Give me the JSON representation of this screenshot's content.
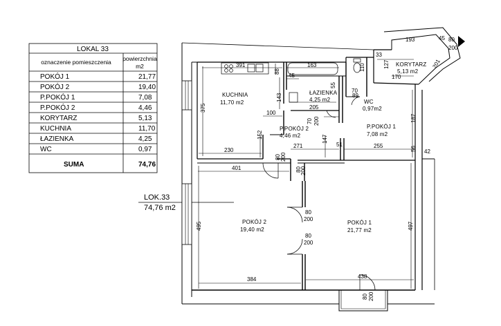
{
  "table": {
    "title": "LOKAL 33",
    "header_name": "oznaczenie pomieszczenia",
    "header_area_line1": "powierzchnia",
    "header_area_line2": "m2",
    "rows": [
      {
        "name": "POKÓJ 1",
        "area": "21,77"
      },
      {
        "name": "POKÓJ 2",
        "area": "19,40"
      },
      {
        "name": "P.POKÓJ 1",
        "area": "7,08"
      },
      {
        "name": "P.POKÓJ 2",
        "area": "4,46"
      },
      {
        "name": "KORYTARZ",
        "area": "5,13"
      },
      {
        "name": "KUCHNIA",
        "area": "11,70"
      },
      {
        "name": "ŁAZIENKA",
        "area": "4,25"
      },
      {
        "name": "WC",
        "area": "0,97"
      }
    ],
    "sum_label": "SUMA",
    "sum_value": "74,76"
  },
  "unit_tag": {
    "name": "LOK.33",
    "area": "74,76  m2"
  },
  "rooms": {
    "kuchnia": {
      "name": "KUCHNIA",
      "area": "11,70  m2"
    },
    "lazienka": {
      "name": "ŁAZIENKA",
      "area": "4,25  m2"
    },
    "wc": {
      "name": "WC",
      "area": "0,97m2"
    },
    "korytarz": {
      "name": "KORYTARZ",
      "area": "5,13  m2"
    },
    "ppokoj2": {
      "name": "P.POKÓJ  2",
      "area": "4,46  m2"
    },
    "ppokoj1": {
      "name": "P.POKÓJ  1",
      "area": "7,08  m2"
    },
    "pokoj2": {
      "name": "POKÓJ  2",
      "area": "19,40  m2"
    },
    "pokoj1": {
      "name": "POKÓJ  1",
      "area": "21,77  m2"
    }
  },
  "dims": {
    "d391": "391",
    "d163": "163",
    "d88": "88",
    "d45": "45",
    "d143": "143",
    "d100": "100",
    "d205": "205",
    "d375": "375",
    "d152": "152",
    "d230": "230",
    "d70": "70",
    "d200": "200",
    "d147": "147",
    "d271": "271",
    "d51": "51",
    "d255": "255",
    "d55": "55",
    "d89": "89",
    "d110": "110",
    "d33": "33",
    "d127": "127",
    "d193": "193",
    "d170": "170",
    "d187": "187",
    "d56": "56",
    "d42": "42",
    "d401": "401",
    "d80": "80",
    "d495": "495",
    "d497": "497",
    "d384": "384",
    "d438": "438",
    "d45b": "45",
    "d201": "201"
  }
}
